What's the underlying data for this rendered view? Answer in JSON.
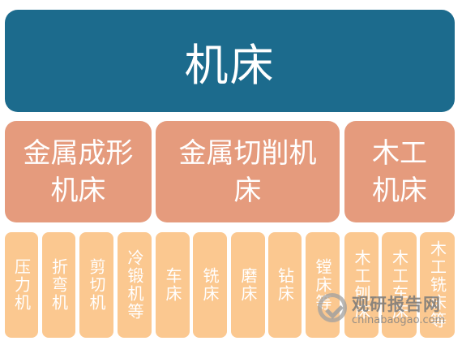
{
  "root": {
    "label": "机床"
  },
  "categories": [
    {
      "line1": "金属成形",
      "line2": "机床"
    },
    {
      "line1": "金属切削机",
      "line2": "床"
    },
    {
      "line1": "木工",
      "line2": "机床"
    }
  ],
  "leaves": [
    "压力机",
    "折弯机",
    "剪切机",
    "冷锻机等",
    "车床",
    "铣床",
    "磨床",
    "钻床",
    "镗床等",
    "木工刨床",
    "木工车床",
    "木工铣床等"
  ],
  "watermark": {
    "text_cn": "观研报告网",
    "text_en": "chinabaogao.com"
  },
  "colors": {
    "root": "#1c6b8d",
    "category": "#e59b7d",
    "leaf": "#fbc890",
    "text": "#ffffff"
  }
}
